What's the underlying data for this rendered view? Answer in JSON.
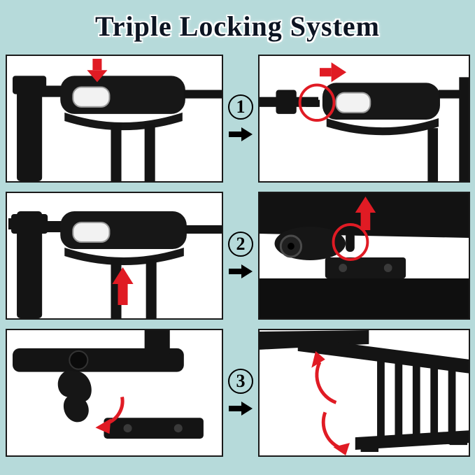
{
  "title": "Triple Locking System",
  "colors": {
    "background": "#b6dada",
    "accent_red": "#e01b24",
    "panel_background": "#ffffff",
    "panel_border": "#1a1a1a",
    "gate_ink": "#141414",
    "title_ink": "#0c1422"
  },
  "steps": [
    {
      "number": "1"
    },
    {
      "number": "2"
    },
    {
      "number": "3"
    }
  ]
}
